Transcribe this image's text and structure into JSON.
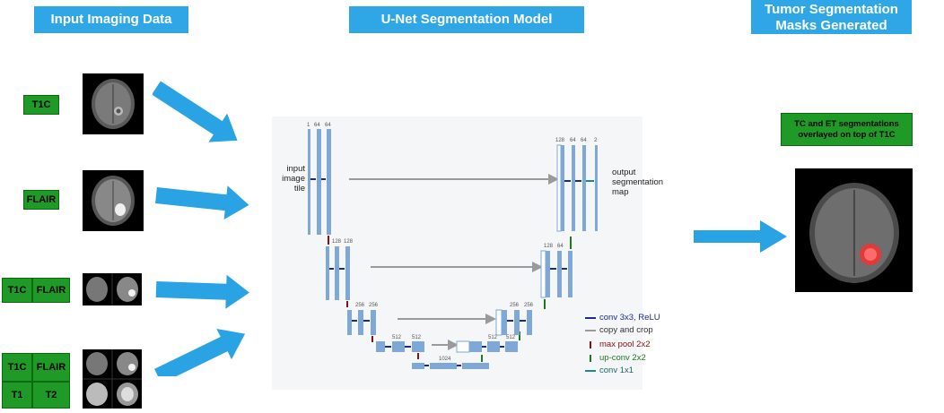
{
  "headers": {
    "input": "Input Imaging Data",
    "model": "U-Net Segmentation Model",
    "output_line1": "Tumor Segmentation",
    "output_line2": "Masks Generated"
  },
  "inputs": {
    "row1": [
      "T1C"
    ],
    "row2": [
      "FLAIR"
    ],
    "row3": [
      "T1C",
      "FLAIR"
    ],
    "row4": [
      "T1C",
      "FLAIR",
      "T1",
      "T2"
    ]
  },
  "output_caption_line1": "TC and ET segmentations",
  "output_caption_line2": "overlayed on top of T1C",
  "unet": {
    "input_label": [
      "input",
      "image",
      "tile"
    ],
    "output_label": [
      "output",
      "segmentation",
      "map"
    ],
    "channels": {
      "l1_in": "1",
      "l1_a": "64",
      "l1_b": "64",
      "l2_a": "128",
      "l2_b": "128",
      "l3_a": "256",
      "l3_b": "256",
      "l4_a": "512",
      "l4_b": "512",
      "l5": "1024",
      "d4_a": "512",
      "d4_b": "512",
      "d3_a": "256",
      "d3_b": "256",
      "d2_a": "128",
      "d2_b": "64",
      "d1_a": "128",
      "d1_b": "64",
      "d1_c": "64",
      "d1_out": "2"
    },
    "legend": [
      {
        "label": "conv 3x3, ReLU",
        "color": "#1a2b8c"
      },
      {
        "label": "copy and crop",
        "color": "#9a9a9a"
      },
      {
        "label": "max pool 2x2",
        "color": "#8b1010"
      },
      {
        "label": "up-conv 2x2",
        "color": "#1f7a1f"
      },
      {
        "label": "conv 1x1",
        "color": "#1a8a8a"
      }
    ]
  },
  "colors": {
    "header": "#2fa6e6",
    "box_green": "#1f9a27",
    "arrow_blue": "#2aa3e5",
    "feature_map": "#7ea8d8"
  }
}
